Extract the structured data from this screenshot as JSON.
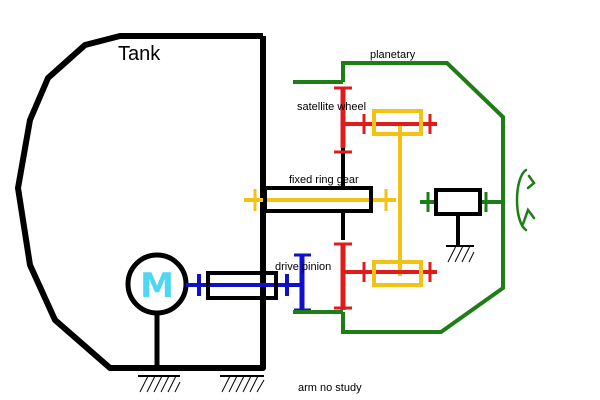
{
  "labels": {
    "tank": "Tank",
    "planetary": "planetary",
    "satellite_wheel": "satellite wheel",
    "fixed_ring_gear": "fixed ring gear",
    "drive_pinion": "drive pinion",
    "arm_note": "arm no study",
    "motor": "M"
  },
  "colors": {
    "housing": "#000000",
    "planetary_frame": "#1e7d16",
    "ring_gear_shaft": "#f2c314",
    "satellite_gear": "#e01b1b",
    "drive_pinion": "#1010c8",
    "motor": "#4fd6f2"
  }
}
